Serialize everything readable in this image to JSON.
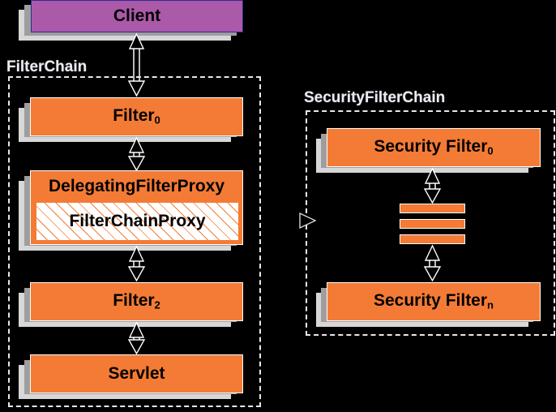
{
  "diagram": {
    "title": "Spring Security Filter Chain Diagram",
    "background_color": "#000000",
    "colors": {
      "filter_orange": "#f47b35",
      "client_purple": "#ab59a9",
      "client_border": "#2b2b8f",
      "box_border": "#ffffff",
      "shadow_dark": "#9e9e9e",
      "shadow_light": "#d7d7d7",
      "group_dash": "#e8e8e8",
      "label_text": "#ffffff"
    }
  },
  "groups": {
    "filter_chain": {
      "label": "FilterChain"
    },
    "security_filter_chain": {
      "label": "SecurityFilterChain"
    }
  },
  "nodes": {
    "client": {
      "label": "Client"
    },
    "filter0": {
      "label": "Filter",
      "subscript": "0"
    },
    "delegating_filter_proxy": {
      "label": "DelegatingFilterProxy"
    },
    "filter_chain_proxy": {
      "label": "FilterChainProxy"
    },
    "filter2": {
      "label": "Filter",
      "subscript": "2"
    },
    "servlet": {
      "label": "Servlet"
    },
    "security_filter_0": {
      "label": "Security Filter",
      "subscript": "0"
    },
    "security_filter_n": {
      "label": "Security Filter",
      "subscript": "n"
    },
    "ellipsis_bars": {
      "label": "",
      "count": "3"
    }
  },
  "connectors": {
    "client_to_filter0": {
      "kind": "bidirectional-arrow"
    },
    "filter0_to_dfp": {
      "kind": "bidirectional-arrow"
    },
    "dfp_to_filter2": {
      "kind": "bidirectional-arrow"
    },
    "filter2_to_servlet": {
      "kind": "bidirectional-arrow"
    },
    "secfilter0_to_bars": {
      "kind": "bidirectional-arrow"
    },
    "bars_to_secfiltern": {
      "kind": "bidirectional-arrow"
    },
    "proxy_to_security_chain": {
      "kind": "open-triangle-pointer"
    }
  }
}
